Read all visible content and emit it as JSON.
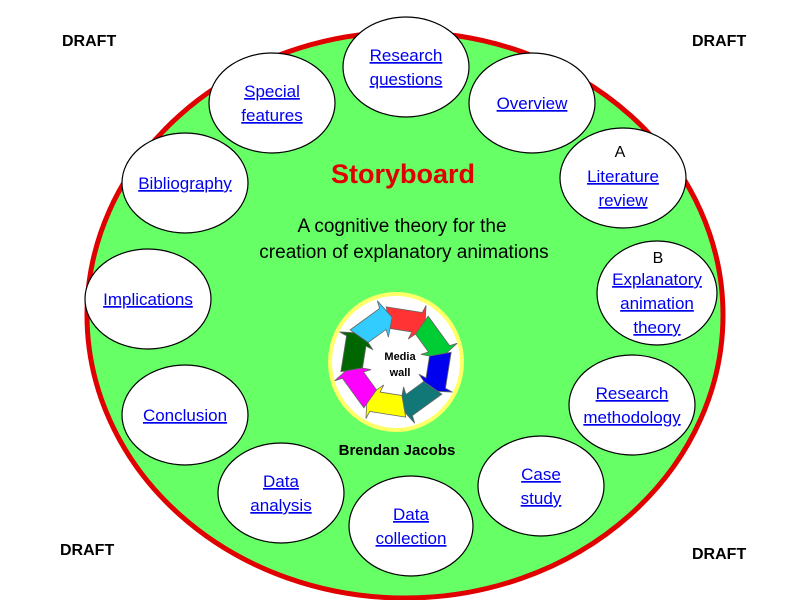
{
  "corners": {
    "top_left": "DRAFT",
    "top_right": "DRAFT",
    "bottom_left": "DRAFT",
    "bottom_right": "DRAFT"
  },
  "colors": {
    "board_fill": "#66ff66",
    "board_stroke": "#e00000",
    "node_fill": "#ffffff",
    "link": "#0000ee",
    "title": "#e00000"
  },
  "center": {
    "title": "Storyboard",
    "subtitle_line1": "A cognitive theory for the",
    "subtitle_line2": "creation of explanatory animations",
    "author": "Brendan Jacobs",
    "media_wall_line1": "Media",
    "media_wall_line2": "wall"
  },
  "nodes": [
    {
      "id": "research-questions",
      "lines": [
        "Research",
        "questions"
      ],
      "letter": ""
    },
    {
      "id": "overview",
      "lines": [
        "Overview"
      ],
      "letter": ""
    },
    {
      "id": "literature-review",
      "lines": [
        "Literature",
        "review"
      ],
      "letter": "A"
    },
    {
      "id": "explanatory-animation-theory",
      "lines": [
        "Explanatory",
        "animation",
        "theory"
      ],
      "letter": "B"
    },
    {
      "id": "research-methodology",
      "lines": [
        "Research",
        "methodology"
      ],
      "letter": ""
    },
    {
      "id": "case-study",
      "lines": [
        "Case",
        "study"
      ],
      "letter": ""
    },
    {
      "id": "data-collection",
      "lines": [
        "Data",
        "collection"
      ],
      "letter": ""
    },
    {
      "id": "data-analysis",
      "lines": [
        "Data",
        "analysis"
      ],
      "letter": ""
    },
    {
      "id": "conclusion",
      "lines": [
        "Conclusion"
      ],
      "letter": ""
    },
    {
      "id": "implications",
      "lines": [
        "Implications"
      ],
      "letter": ""
    },
    {
      "id": "bibliography",
      "lines": [
        "Bibliography"
      ],
      "letter": ""
    },
    {
      "id": "special-features",
      "lines": [
        "Special",
        "features"
      ],
      "letter": ""
    }
  ]
}
